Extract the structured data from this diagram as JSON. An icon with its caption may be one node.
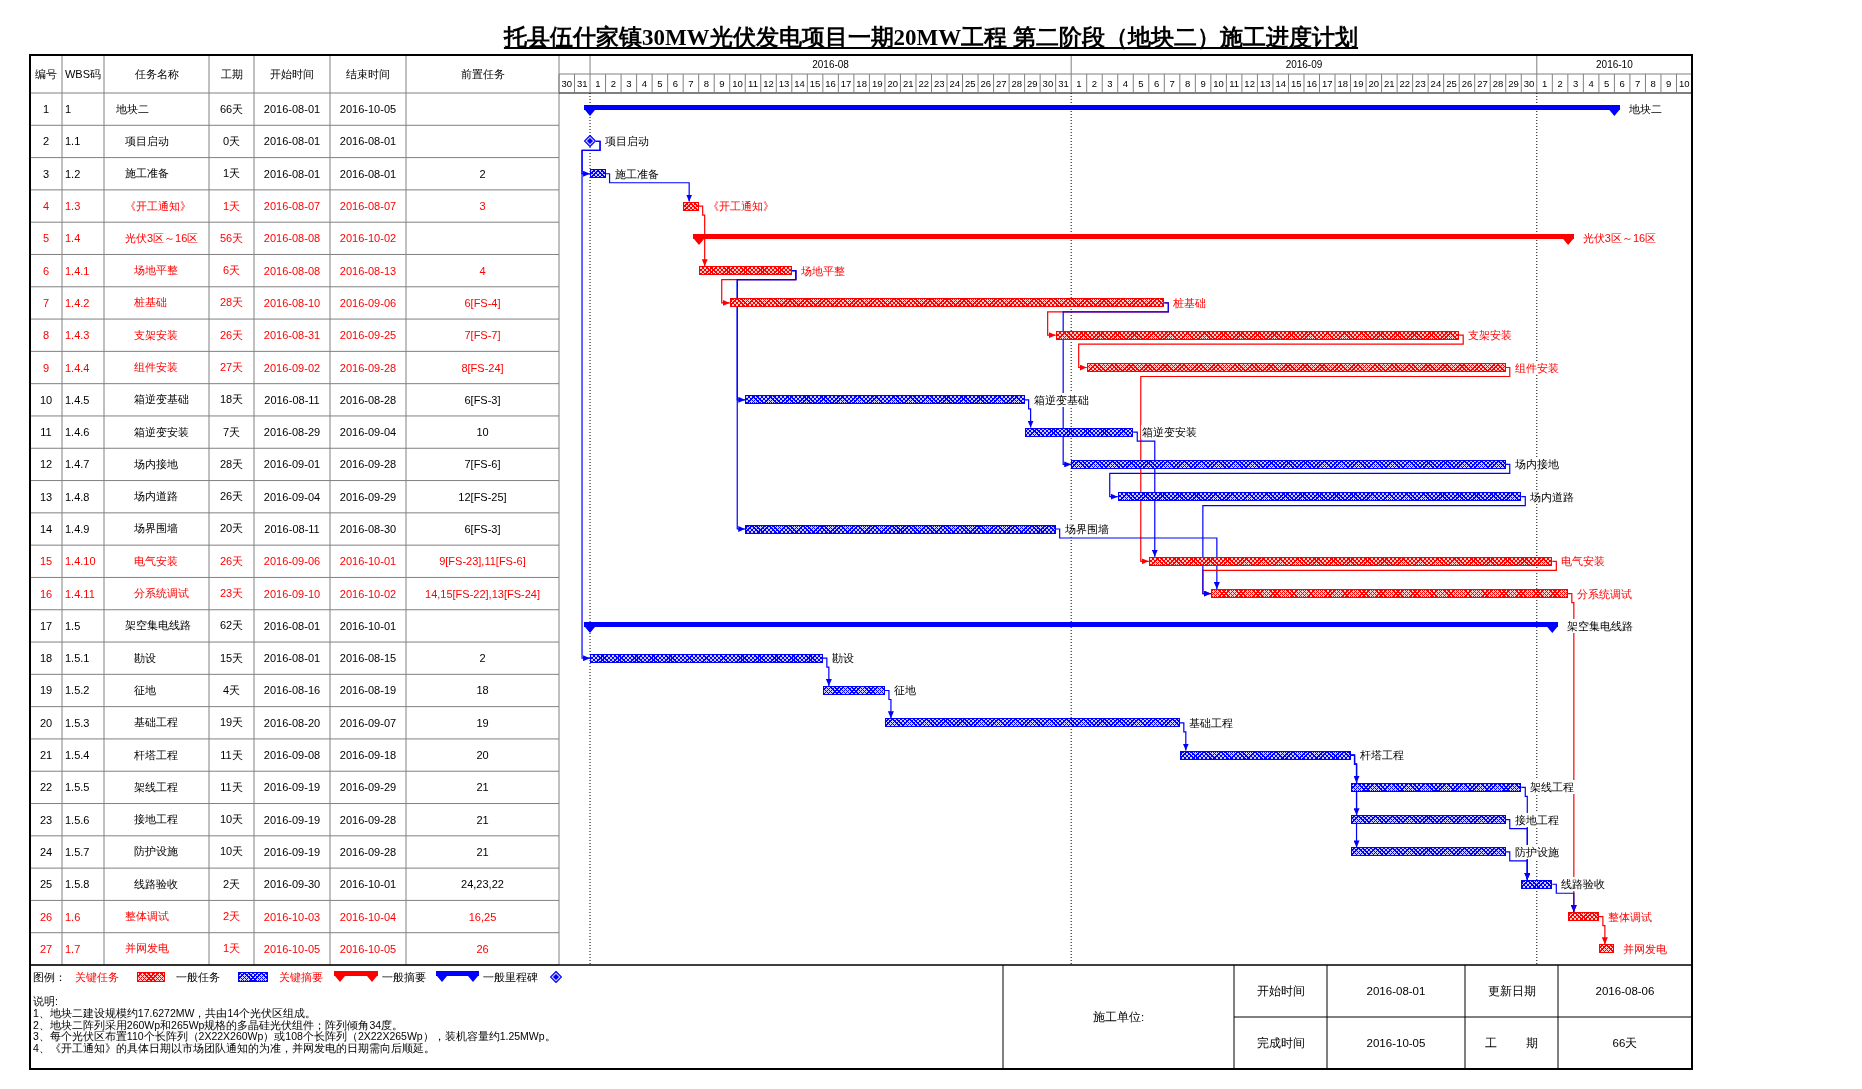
{
  "diagram": {
    "title": "托县伍什家镇30MW光伏发电项目一期20MW工程 第二阶段（地块二）施工进度计划",
    "nodes": [
      {
        "text": [],
        "shape": "bar",
        "beside": [
          "地块二"
        ]
      },
      {
        "text": [],
        "shape": "diamond",
        "beside": [
          "项目启动"
        ]
      },
      {
        "text": [],
        "shape": "bar",
        "beside": [
          "施工准备"
        ]
      },
      {
        "text": [],
        "shape": "bar",
        "beside": [
          "《开工通知》"
        ]
      },
      {
        "text": [],
        "shape": "bar",
        "beside": [
          "光伏3区～16区"
        ]
      },
      {
        "text": [],
        "shape": "bar",
        "beside": [
          "场地平整"
        ]
      },
      {
        "text": [],
        "shape": "bar",
        "beside": [
          "桩基础"
        ]
      },
      {
        "text": [],
        "shape": "bar",
        "beside": [
          "支架安装"
        ]
      },
      {
        "text": [],
        "shape": "bar",
        "beside": [
          "组件安装"
        ]
      },
      {
        "text": [],
        "shape": "bar",
        "beside": [
          "箱逆变基础"
        ]
      },
      {
        "text": [],
        "shape": "bar",
        "beside": [
          "箱逆变安装"
        ]
      },
      {
        "text": [],
        "shape": "bar",
        "beside": [
          "场内接地"
        ]
      },
      {
        "text": [],
        "shape": "bar",
        "beside": [
          "场内道路"
        ]
      },
      {
        "text": [],
        "shape": "bar",
        "beside": [
          "场界围墙"
        ]
      },
      {
        "text": [],
        "shape": "bar",
        "beside": [
          "电气安装"
        ]
      },
      {
        "text": [],
        "shape": "bar",
        "beside": [
          "分系统调试"
        ]
      },
      {
        "text": [],
        "shape": "bar",
        "beside": [
          "架空集电线路"
        ]
      },
      {
        "text": [],
        "shape": "bar",
        "beside": [
          "勘设"
        ]
      },
      {
        "text": [],
        "shape": "bar",
        "beside": [
          "征地"
        ]
      },
      {
        "text": [],
        "shape": "bar",
        "beside": [
          "基础工程"
        ]
      },
      {
        "text": [],
        "shape": "bar",
        "beside": [
          "杆塔工程"
        ]
      },
      {
        "text": [],
        "shape": "bar",
        "beside": [
          "架线工程"
        ]
      },
      {
        "text": [],
        "shape": "bar",
        "beside": [
          "接地工程"
        ]
      },
      {
        "text": [],
        "shape": "bar",
        "beside": [
          "防护设施"
        ]
      },
      {
        "text": [],
        "shape": "bar",
        "beside": [
          "线路验收"
        ]
      },
      {
        "text": [],
        "shape": "bar",
        "beside": [
          "整体调试"
        ]
      },
      {
        "text": [],
        "shape": "bar",
        "beside": [
          "并网发电"
        ]
      }
    ],
    "edges": [
      {
        "from": 1,
        "to": 2,
        "arrow": "to"
      },
      {
        "from": 2,
        "to": 3,
        "arrow": "to"
      },
      {
        "from": 3,
        "to": 5,
        "arrow": "to",
        "color": "#ff0000"
      },
      {
        "from": 5,
        "to": 6,
        "arrow": "to",
        "color": "#ff0000"
      },
      {
        "from": 6,
        "to": 7,
        "arrow": "to",
        "color": "#ff0000"
      },
      {
        "from": 7,
        "to": 8,
        "arrow": "to",
        "color": "#ff0000"
      },
      {
        "from": 5,
        "to": 9,
        "arrow": "to"
      },
      {
        "from": 9,
        "to": 10,
        "arrow": "to"
      },
      {
        "from": 6,
        "to": 11,
        "arrow": "to"
      },
      {
        "from": 11,
        "to": 12,
        "arrow": "to"
      },
      {
        "from": 5,
        "to": 13,
        "arrow": "to"
      },
      {
        "from": 8,
        "to": 14,
        "arrow": "to",
        "color": "#ff0000"
      },
      {
        "from": 10,
        "to": 14,
        "arrow": "to"
      },
      {
        "from": 13,
        "to": 15,
        "arrow": "to"
      },
      {
        "from": 14,
        "to": 15,
        "arrow": "to",
        "color": "#ff0000"
      },
      {
        "from": 12,
        "to": 15,
        "arrow": "to"
      },
      {
        "from": 1,
        "to": 17,
        "arrow": "to"
      },
      {
        "from": 17,
        "to": 18,
        "arrow": "to"
      },
      {
        "from": 18,
        "to": 19,
        "arrow": "to"
      },
      {
        "from": 19,
        "to": 20,
        "arrow": "to"
      },
      {
        "from": 20,
        "to": 21,
        "arrow": "to"
      },
      {
        "from": 20,
        "to": 22,
        "arrow": "to"
      },
      {
        "from": 20,
        "to": 23,
        "arrow": "to"
      },
      {
        "from": 23,
        "to": 24,
        "arrow": "to"
      },
      {
        "from": 22,
        "to": 24,
        "arrow": "to"
      },
      {
        "from": 21,
        "to": 24,
        "arrow": "to"
      },
      {
        "from": 15,
        "to": 25,
        "arrow": "to",
        "color": "#ff0000"
      },
      {
        "from": 24,
        "to": 25,
        "arrow": "to"
      },
      {
        "from": 25,
        "to": 26,
        "arrow": "to",
        "color": "#ff0000"
      }
    ],
    "labels": [
      "编号",
      "WBS码",
      "任务名称",
      "工期",
      "开始时间",
      "结束时间",
      "前置任务",
      "2016-08",
      "2016-09",
      "2016-10",
      "30",
      "31",
      "1",
      "2",
      "3",
      "4",
      "5",
      "6",
      "7",
      "8",
      "9",
      "10",
      "11",
      "12",
      "13",
      "14",
      "15",
      "16",
      "17",
      "18",
      "19",
      "20",
      "21",
      "22",
      "23",
      "24",
      "25",
      "26",
      "27",
      "28",
      "29",
      "30",
      "31",
      "1",
      "2",
      "3",
      "4",
      "5",
      "6",
      "7",
      "8",
      "9",
      "10",
      "11",
      "12",
      "13",
      "14",
      "15",
      "16",
      "17",
      "18",
      "19",
      "20",
      "21",
      "22",
      "23",
      "24",
      "25",
      "26",
      "27",
      "28",
      "29",
      "30",
      "1",
      "2",
      "3",
      "4",
      "5",
      "6",
      "7",
      "8",
      "9",
      "10",
      "1",
      "1",
      "地块二",
      "66天",
      "2016-08-01",
      "2016-10-05",
      "2",
      "1.1",
      "项目启动",
      "0天",
      "2016-08-01",
      "2016-08-01",
      "3",
      "1.2",
      "施工准备",
      "1天",
      "2016-08-01",
      "2016-08-01",
      "2",
      "4",
      "1.3",
      "《开工通知》",
      "1天",
      "2016-08-07",
      "2016-08-07",
      "3",
      "5",
      "1.4",
      "光伏3区～16区",
      "56天",
      "2016-08-08",
      "2016-10-02",
      "6",
      "1.4.1",
      "场地平整",
      "6天",
      "2016-08-08",
      "2016-08-13",
      "4",
      "7",
      "1.4.2",
      "桩基础",
      "28天",
      "2016-08-10",
      "2016-09-06",
      "6[FS-4]",
      "8",
      "1.4.3",
      "支架安装",
      "26天",
      "2016-08-31",
      "2016-09-25",
      "7[FS-7]",
      "9",
      "1.4.4",
      "组件安装",
      "27天",
      "2016-09-02",
      "2016-09-28",
      "8[FS-24]",
      "10",
      "1.4.5",
      "箱逆变基础",
      "18天",
      "2016-08-11",
      "2016-08-28",
      "6[FS-3]",
      "11",
      "1.4.6",
      "箱逆变安装",
      "7天",
      "2016-08-29",
      "2016-09-04",
      "10",
      "12",
      "1.4.7",
      "场内接地",
      "28天",
      "2016-09-01",
      "2016-09-28",
      "7[FS-6]",
      "13",
      "1.4.8",
      "场内道路",
      "26天",
      "2016-09-04",
      "2016-09-29",
      "12[FS-25]",
      "14",
      "1.4.9",
      "场界围墙",
      "20天",
      "2016-08-11",
      "2016-08-30",
      "6[FS-3]",
      "15",
      "1.4.10",
      "电气安装",
      "26天",
      "2016-09-06",
      "2016-10-01",
      "9[FS-23],11[FS-6]",
      "16",
      "1.4.11",
      "分系统调试",
      "23天",
      "2016-09-10",
      "2016-10-02",
      "14,15[FS-22],13[FS-24]",
      "17",
      "1.5",
      "架空集电线路",
      "62天",
      "2016-08-01",
      "2016-10-01",
      "18",
      "1.5.1",
      "勘设",
      "15天",
      "2016-08-01",
      "2016-08-15",
      "2",
      "19",
      "1.5.2",
      "征地",
      "4天",
      "2016-08-16",
      "2016-08-19",
      "18",
      "20",
      "1.5.3",
      "基础工程",
      "19天",
      "2016-08-20",
      "2016-09-07",
      "19",
      "21",
      "1.5.4",
      "杆塔工程",
      "11天",
      "2016-09-08",
      "2016-09-18",
      "20",
      "22",
      "1.5.5",
      "架线工程",
      "11天",
      "2016-09-19",
      "2016-09-29",
      "21",
      "23",
      "1.5.6",
      "接地工程",
      "10天",
      "2016-09-19",
      "2016-09-28",
      "21",
      "24",
      "1.5.7",
      "防护设施",
      "10天",
      "2016-09-19",
      "2016-09-28",
      "21",
      "25",
      "1.5.8",
      "线路验收",
      "2天",
      "2016-09-30",
      "2016-10-01",
      "24,23,22",
      "26",
      "1.6",
      "整体调试",
      "2天",
      "2016-10-03",
      "2016-10-04",
      "16,25",
      "27",
      "1.7",
      "并网发电",
      "1天",
      "2016-10-05",
      "2016-10-05",
      "26",
      "图例：",
      "说明:",
      "1、地块二建设规模约17.6272MW，共由14个光伏区组成。",
      "2、地块二阵列采用260Wp和265Wp规格的多晶硅光伏组件；阵列倾角34度。",
      "3、每个光伏区布置110个长阵列（2X22X260Wp）或108个长阵列（2X22X265Wp），装机容量约1.25MWp。",
      "4、《开工通知》的具体日期以市场团队通知的为准，并网发电的日期需向后顺延。",
      "施工单位:",
      "开始时间",
      "2016-08-01",
      "更新日期",
      "2016-08-06",
      "完成时间",
      "2016-10-05",
      "工期",
      "66天"
    ],
    "legend": [
      {
        "text": "关键任务",
        "color": "#ff0000"
      },
      {
        "text": "一般任务",
        "color": "#0000ff"
      },
      {
        "text": "关键摘要"
      },
      {
        "text": "一般摘要"
      },
      {
        "text": "一般里程碑"
      }
    ]
  }
}
